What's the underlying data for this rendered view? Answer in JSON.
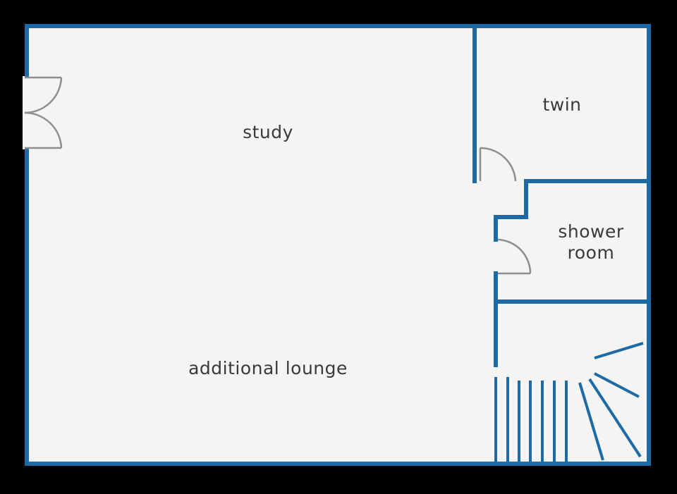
{
  "colors": {
    "background": "#000000",
    "floor": "#f4f4f3",
    "wall": "#1d6aa5",
    "door": "#8e8e8e",
    "label": "#3a3a3a"
  },
  "rooms": {
    "study": "study",
    "additional_lounge": "additional lounge",
    "twin": "twin",
    "shower_room_line1": "shower",
    "shower_room_line2": "room"
  }
}
